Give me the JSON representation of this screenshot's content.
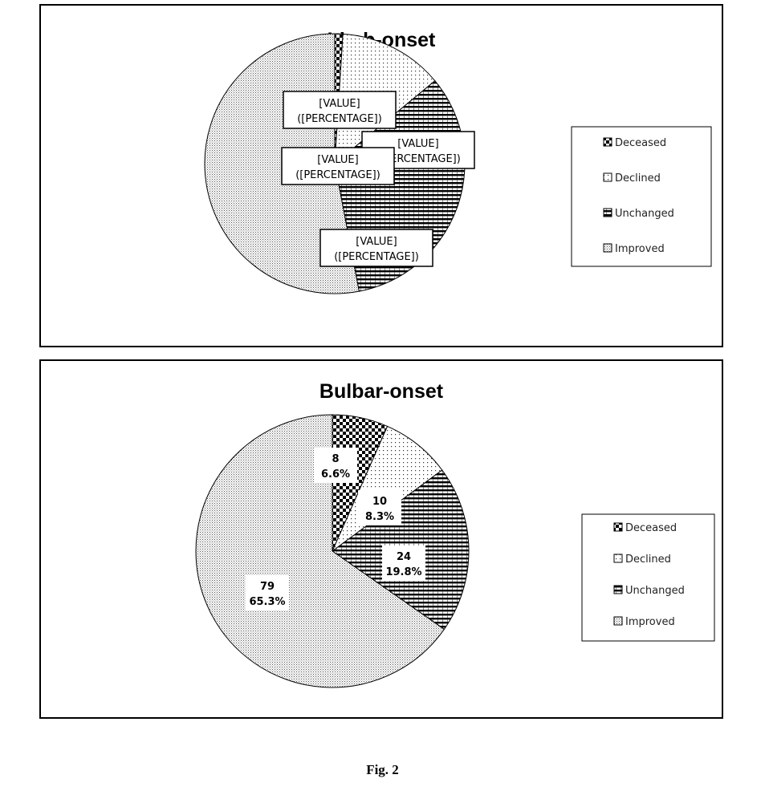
{
  "figure_caption": "Fig. 2",
  "chart_data": [
    {
      "type": "pie",
      "title": "Limb-onset",
      "categories": [
        "Deceased",
        "Declined",
        "Unchanged",
        "Improved"
      ],
      "values": [
        1,
        13,
        33,
        53
      ],
      "data_labels": [
        {
          "line1": "",
          "line2": ""
        },
        {
          "line1": "[VALUE]",
          "line2": "([PERCENTAGE])"
        },
        {
          "line1": "[VALUE]",
          "line2": "([PERCENTAGE])"
        },
        {
          "line1": "[VALUE]",
          "line2": "([PERCENTAGE])"
        }
      ],
      "extra_label": {
        "line1": "[VALUE]",
        "line2": "([PERCENTAGE])"
      },
      "legend": [
        "Deceased",
        "Declined",
        "Unchanged",
        "Improved"
      ],
      "legend_position": "right"
    },
    {
      "type": "pie",
      "title": "Bulbar-onset",
      "categories": [
        "Deceased",
        "Declined",
        "Unchanged",
        "Improved"
      ],
      "values": [
        8,
        10,
        24,
        79
      ],
      "percentages": [
        "6.6%",
        "8.3%",
        "19.8%",
        "65.3%"
      ],
      "data_labels": [
        {
          "line1": "8",
          "line2": "6.6%"
        },
        {
          "line1": "10",
          "line2": "8.3%"
        },
        {
          "line1": "24",
          "line2": "19.8%"
        },
        {
          "line1": "79",
          "line2": "65.3%"
        }
      ],
      "legend": [
        "Deceased",
        "Declined",
        "Unchanged",
        "Improved"
      ],
      "legend_position": "right"
    }
  ],
  "patterns": {
    "Deceased": "checker",
    "Declined": "sparse-dots",
    "Unchanged": "horizontal-stripes",
    "Improved": "dense-dots"
  }
}
